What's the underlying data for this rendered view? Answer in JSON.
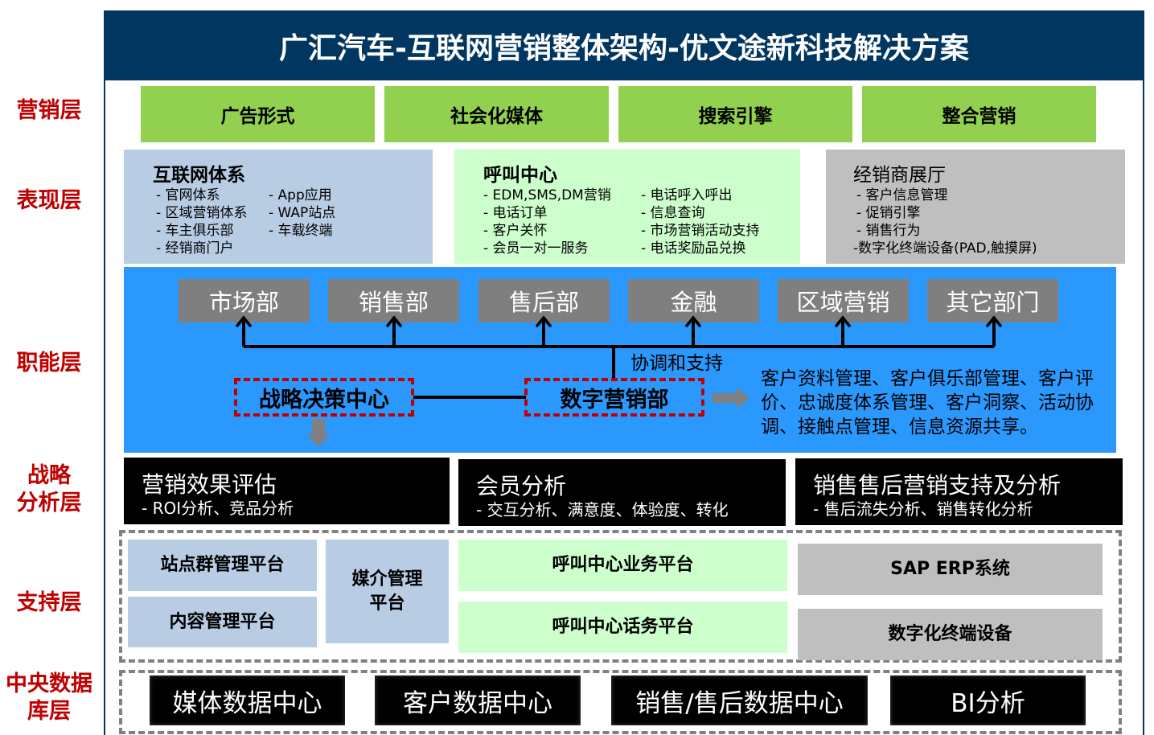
{
  "title": "广汇汽车-互联网营销整体架构-优文途新科技解决方案",
  "colors": {
    "title_bg": "#003660",
    "layer_label": "#c00000",
    "marketing_green": "#92d050",
    "function_blue": "#2b98fd",
    "dept_grey": "#7f7f7f",
    "light_blue": "#b8cce4",
    "light_green": "#ccffcc",
    "light_grey": "#bfbfbf",
    "dash_red": "#c00000"
  },
  "layers": {
    "marketing": "营销层",
    "presentation": "表现层",
    "function": "职能层",
    "strategy_line1": "战略",
    "strategy_line2": "分析层",
    "support": "支持层",
    "data_line1": "中央数据",
    "data_line2": "库层"
  },
  "marketing": [
    "广告形式",
    "社会化媒体",
    "搜索引擎",
    "整合营销"
  ],
  "presentation": {
    "internet": {
      "title": "互联网体系",
      "left": [
        "-  官网体系",
        "-  区域营销体系",
        "-  车主俱乐部",
        "-  经销商门户"
      ],
      "right": [
        "-  App应用",
        "-  WAP站点",
        "-  车载终端"
      ]
    },
    "callcenter": {
      "title": "呼叫中心",
      "left": [
        "- EDM,SMS,DM营销",
        "- 电话订单",
        "- 客户关怀",
        "- 会员一对一服务"
      ],
      "right": [
        "- 电话呼入呼出",
        "- 信息查询",
        "- 市场营销活动支持",
        "- 电话奖励品兑换"
      ]
    },
    "dealer": {
      "title": "经销商展厅",
      "items": [
        "-  客户信息管理",
        "-  促销引擎",
        "-  销售行为",
        "-数字化终端设备(PAD,触摸屏)"
      ]
    }
  },
  "function": {
    "departments": [
      "市场部",
      "销售部",
      "售后部",
      "金融",
      "区域营销",
      "其它部门"
    ],
    "coord_label": "协调和支持",
    "strategy_center": "战略决策中心",
    "digital_marketing": "数字营销部",
    "description": "客户资料管理、客户俱乐部管理、客户评价、忠诚度体系管理、客户洞察、活动协调、接触点管理、信息资源共享。"
  },
  "analysis": [
    {
      "title": "营销效果评估",
      "sub": "-  ROI分析、竞品分析"
    },
    {
      "title": "会员分析",
      "sub": "- 交互分析、满意度、体验度、转化"
    },
    {
      "title": "销售售后营销支持及分析",
      "sub": "- 售后流失分析、销售转化分析"
    }
  ],
  "support": {
    "site_group": "站点群管理平台",
    "content": "内容管理平台",
    "media_line1": "媒介管理",
    "media_line2": "平台",
    "cc_business": "呼叫中心业务平台",
    "cc_voice": "呼叫中心话务平台",
    "sap": "SAP ERP系统",
    "digital_terminal": "数字化终端设备"
  },
  "data_center": [
    "媒体数据中心",
    "客户数据中心",
    "销售/售后数据中心",
    "BI分析"
  ]
}
